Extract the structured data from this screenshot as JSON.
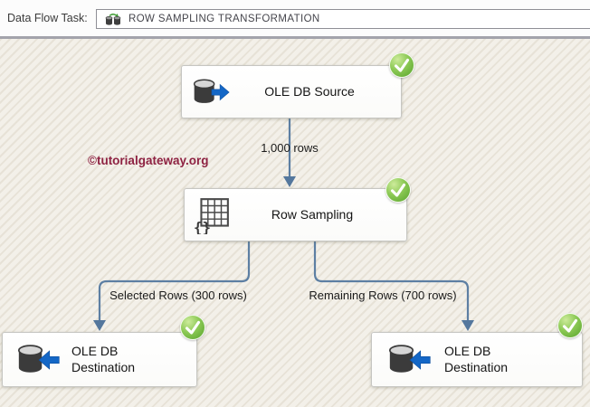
{
  "toolbar": {
    "label": "Data Flow Task:",
    "task_name": "ROW SAMPLING TRANSFORMATION"
  },
  "canvas": {
    "watermark": "©tutorialgateway.org",
    "nodes": {
      "source": {
        "title": "OLE DB Source",
        "icon": "database-arrow-right-icon",
        "status": "success"
      },
      "row_sampling": {
        "title": "Row Sampling",
        "icon": "table-braces-icon",
        "status": "success"
      },
      "dest_left": {
        "title": "OLE DB Destination",
        "icon": "database-arrow-left-icon",
        "status": "success"
      },
      "dest_right": {
        "title": "OLE DB Destination",
        "icon": "database-arrow-left-icon",
        "status": "success"
      }
    },
    "connectors": {
      "source_to_sampling": {
        "label": "1,000 rows"
      },
      "sampling_to_dest_left": {
        "label": "Selected Rows (300 rows)"
      },
      "sampling_to_dest_right": {
        "label": "Remaining Rows (700 rows)"
      }
    }
  },
  "colors": {
    "connector_blue": "#5d7fa3",
    "status_green": "#6cb23e",
    "icon_arrow_blue": "#1467c6",
    "watermark_red": "#8e2242",
    "canvas_bg": "#f3f0e9"
  }
}
